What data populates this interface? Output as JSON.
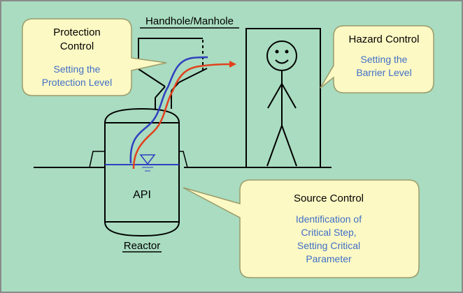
{
  "labels": {
    "handhole": "Handhole/Manhole",
    "reactor": "Reactor",
    "api": "API"
  },
  "callouts": {
    "protection": {
      "title_line1": "Protection",
      "title_line2": "Control",
      "body_line1": "Setting the",
      "body_line2": "Protection Level"
    },
    "hazard": {
      "title": "Hazard Control",
      "body_line1": "Setting the",
      "body_line2": "Barrier Level"
    },
    "source": {
      "title": "Source Control",
      "body_line1": "Identification of",
      "body_line2": "Critical Step,",
      "body_line3": "Setting Critical",
      "body_line4": "Parameter"
    }
  },
  "colors": {
    "background": "#a9dcc0",
    "frame": "#8a8a8a",
    "callout_fill": "#fdf9c4",
    "callout_stroke": "#9b9b6a",
    "title_text": "#000000",
    "body_text": "#3f6fc7",
    "blue_path": "#2f3fc0",
    "red_path": "#e2401c",
    "liquid_line": "#2f3fc0"
  }
}
